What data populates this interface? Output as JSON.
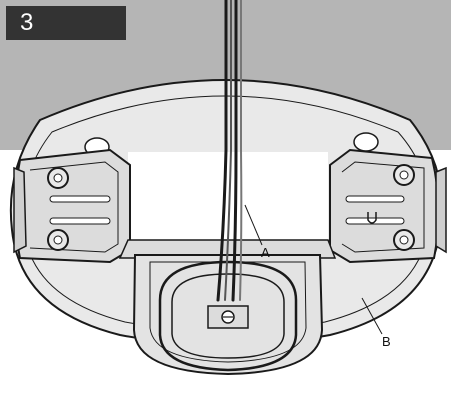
{
  "step": {
    "number": "3"
  },
  "callouts": {
    "a": "A",
    "b": "B"
  },
  "colors": {
    "ceiling": "#b5b5b5",
    "plate": "#e9e9e9",
    "line": "#1a1a1a",
    "badge": "#333333"
  }
}
